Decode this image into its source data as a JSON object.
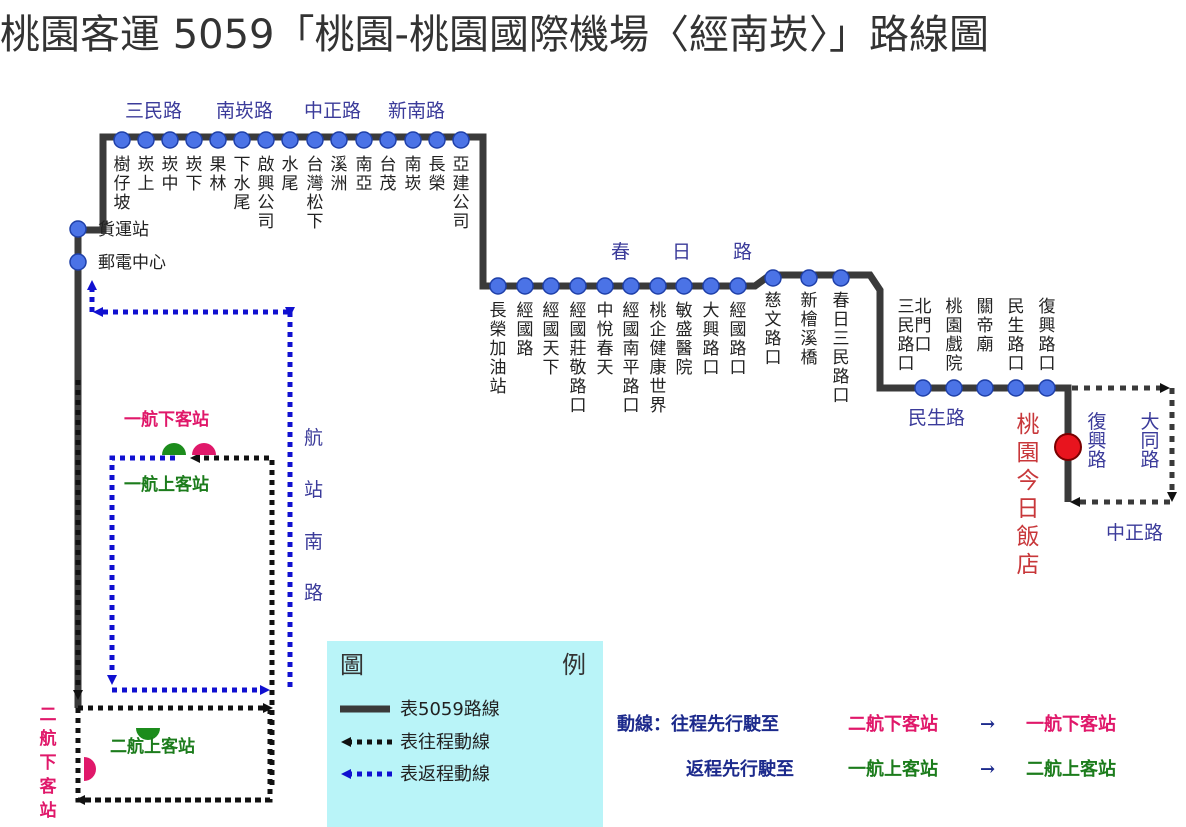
{
  "title": "桃園客運 5059「桃園-桃園國際機場〈經南崁〉」路線圖",
  "colors": {
    "route": "#3a3a3a",
    "station_fill": "#4b73e6",
    "station_stroke": "#1e3fa8",
    "outbound": "#111111",
    "return": "#1010d0",
    "road_text": "#3b3b9a",
    "terminal": "#e8141e",
    "terminal_text": "#c8373a",
    "pink": "#e0186a",
    "green": "#1c7c1c",
    "navy": "#1c2a8c",
    "legend_bg": "#b9f4f8"
  },
  "roads": {
    "sanmin": "三民路",
    "nankan": "南崁路",
    "zhongzheng_top": "中正路",
    "xinnan": "新南路",
    "chunri": [
      "春",
      "日",
      "路"
    ],
    "minsheng": "民生路",
    "hangzhan_nan": [
      "航",
      "站",
      "南",
      "路"
    ],
    "fuxing": "復興路",
    "datong": "大同路",
    "zhongzheng_bottom": "中正路"
  },
  "stations": {
    "west": [
      "貨運站",
      "郵電中心"
    ],
    "top_row": [
      "樹仔坡",
      "崁上",
      "崁中",
      "崁下",
      "果林",
      "下水尾",
      "啟興公司",
      "水尾",
      "台灣松下",
      "溪洲",
      "南亞",
      "台茂",
      "南崁",
      "長榮",
      "亞建公司"
    ],
    "middle_row": [
      "長榮加油站",
      "經國路",
      "經國天下",
      "經國莊敬路口",
      "中悅春天",
      "經國南平路口",
      "桃企健康世界",
      "敏盛醫院",
      "大興路口",
      "經國路口"
    ],
    "raised_row": [
      "慈文路口",
      "新檜溪橋",
      "春日三民路口"
    ],
    "east_row": [
      "三民路口",
      "北門口",
      "桃園戲院",
      "關帝廟",
      "民生路口",
      "復興路口"
    ]
  },
  "terminal": "桃園今日飯店",
  "airport_stops": {
    "t1_drop": "一航下客站",
    "t1_pick": "一航上客站",
    "t2_pick": "二航上客站",
    "t2_drop": "二航下客站"
  },
  "legend": {
    "heading_left": "圖",
    "heading_right": "例",
    "route": "表5059路線",
    "outbound": "表往程動線",
    "return": "表返程動線"
  },
  "notes": {
    "line1_prefix": "動線：往程先行駛至",
    "line1_from": "二航下客站",
    "line1_to": "一航下客站",
    "line2_prefix": "返程先行駛至",
    "line2_from": "一航上客站",
    "line2_to": "二航上客站",
    "arrow": "→"
  }
}
